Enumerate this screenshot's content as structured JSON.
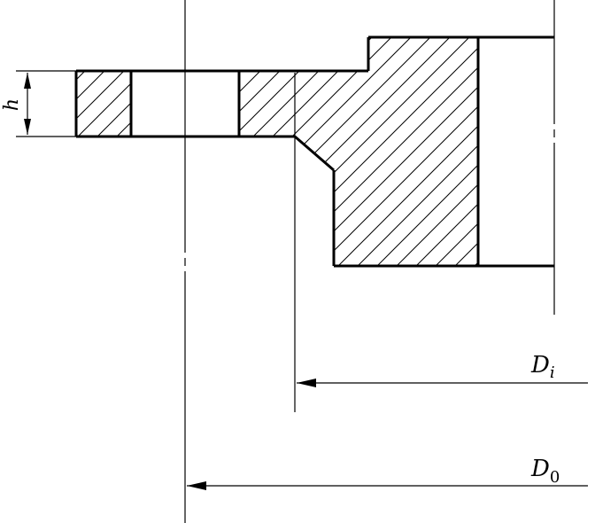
{
  "labels": {
    "h": "h",
    "Di_main": "D",
    "Di_sub": "i",
    "D0_main": "D",
    "D0_sub": "0"
  },
  "colors": {
    "ink": "#000000",
    "background": "#ffffff"
  }
}
